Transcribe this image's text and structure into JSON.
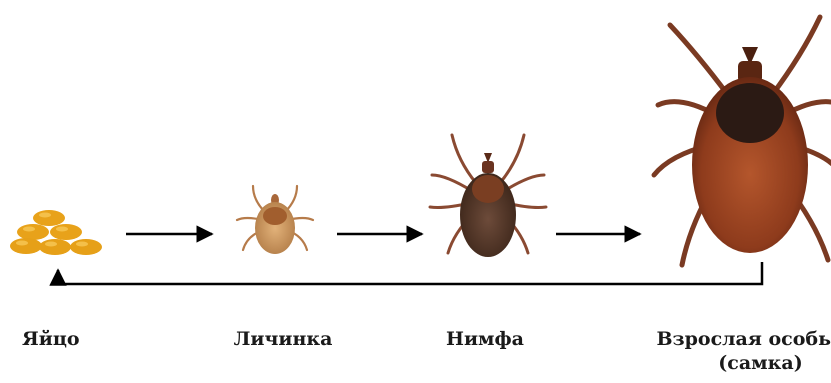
{
  "stages": [
    {
      "id": "egg",
      "label": "Яйцо"
    },
    {
      "id": "larva",
      "label": "Личинка"
    },
    {
      "id": "nymph",
      "label": "Нимфа"
    },
    {
      "id": "adult",
      "label_line1": "Взрослая особь",
      "label_line2": "(самка)"
    }
  ],
  "colors": {
    "egg_fill": "#e8a21a",
    "egg_highlight": "#f4c04a",
    "tick_body": "#8b3d1f",
    "tick_dark": "#2b1a14",
    "tick_leg": "#7a3a22",
    "arrow": "#000000"
  }
}
